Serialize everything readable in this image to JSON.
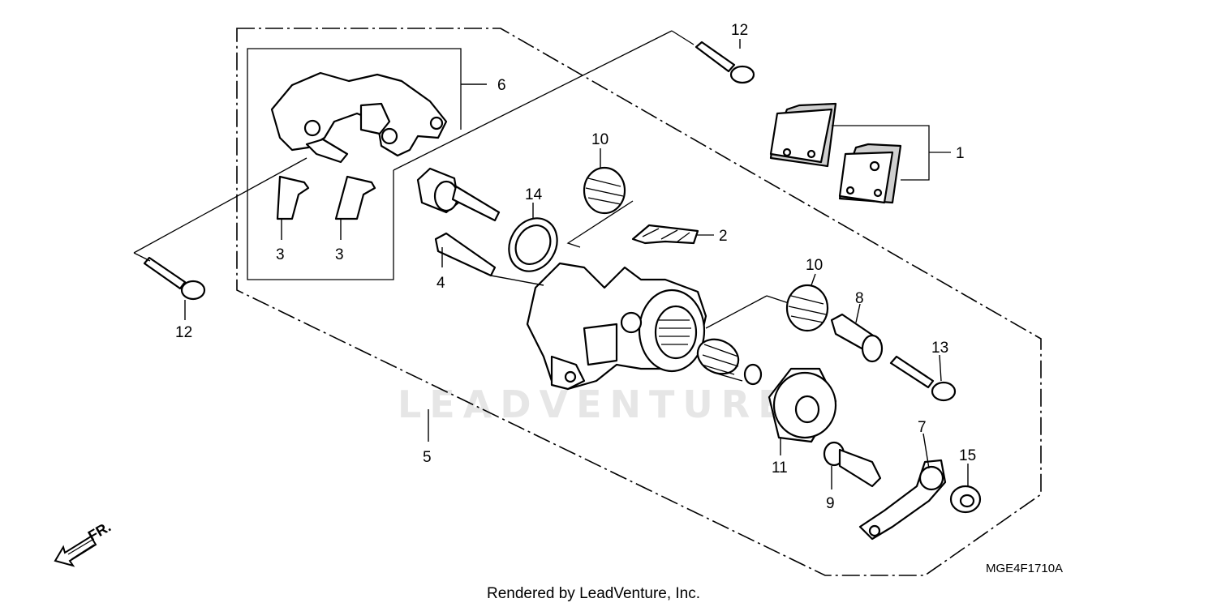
{
  "diagram": {
    "watermark": "LEADVENTURE",
    "diagram_code": "MGE4F1710A",
    "footer": "Rendered by LeadVenture, Inc.",
    "direction_label": "FR.",
    "callouts": {
      "c1": "1",
      "c2": "2",
      "c3a": "3",
      "c3b": "3",
      "c4": "4",
      "c5": "5",
      "c6": "6",
      "c7": "7",
      "c8": "8",
      "c9": "9",
      "c10a": "10",
      "c10b": "10",
      "c11": "11",
      "c12a": "12",
      "c12b": "12",
      "c13": "13",
      "c14": "14",
      "c15": "15"
    }
  }
}
